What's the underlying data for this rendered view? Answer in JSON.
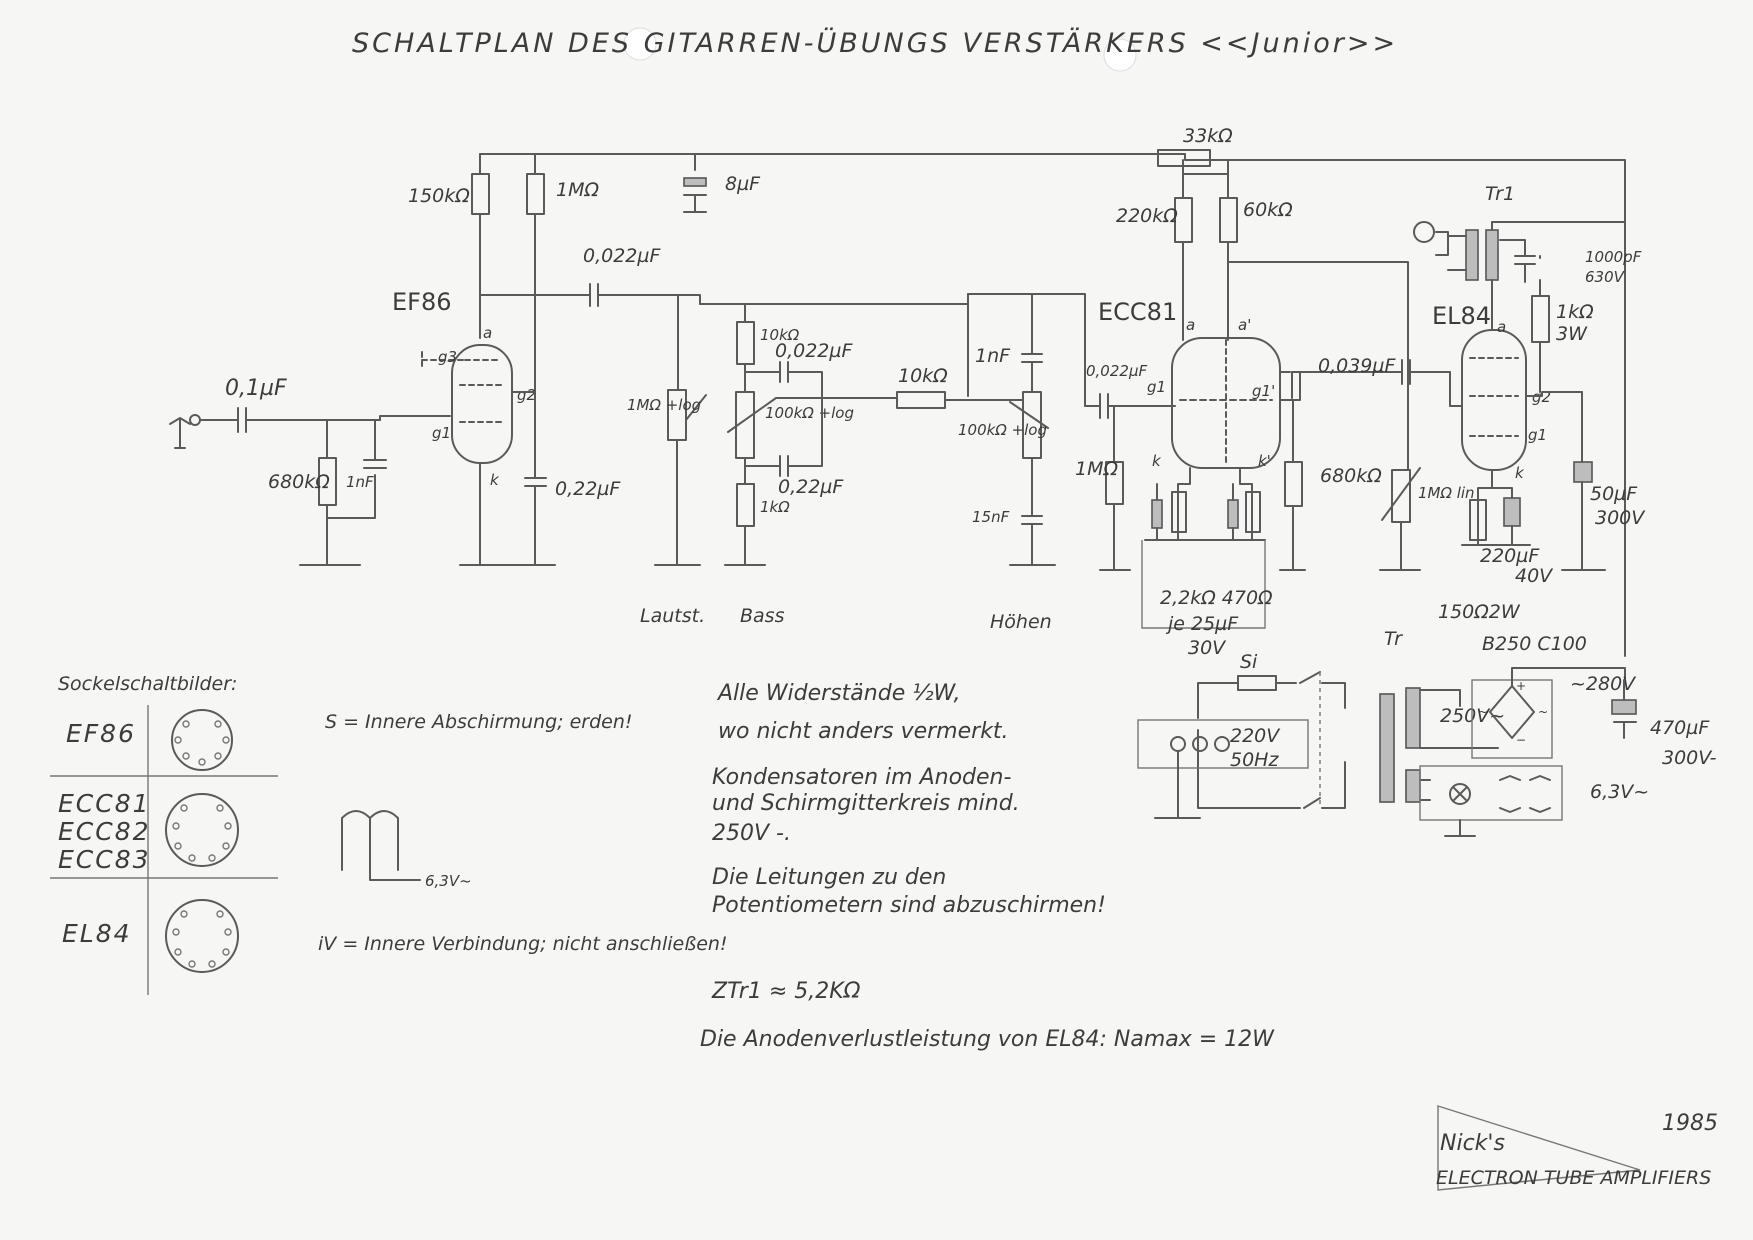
{
  "title": "SCHALTPLAN DES GITARREN-ÜBUNGS VERSTÄRKERS <<Junior>>",
  "tubes": {
    "ef86": "EF86",
    "ecc81": "ECC81",
    "el84": "EL84"
  },
  "components": {
    "r_150k": "150kΩ",
    "r_1m_top": "1MΩ",
    "c_8u": "8µF",
    "c_0022_coupling": "0,022µF",
    "c_01_input": "0,1µF",
    "r_680k_in": "680kΩ",
    "c_1n": "1nF",
    "c_022_screen": "0,22µF",
    "pot_lautst": "1MΩ +log",
    "r_10k_bass": "10kΩ",
    "c_0022_bass": "0,022µF",
    "pot_bass": "100kΩ +log",
    "c_022_bass": "0,22µF",
    "r_1k_bass": "1kΩ",
    "r_10k_mid": "10kΩ",
    "c_1nF_treble": "1nF",
    "pot_hoehen": "100kΩ +log",
    "c_15nF": "15nF",
    "r_33k": "33kΩ",
    "r_220k": "220kΩ",
    "r_60k": "60kΩ",
    "c_0022_ecc": "0,022µF",
    "r_1m_grid": "1MΩ",
    "c_0039": "0,039µF",
    "r_680k_pi": "680kΩ",
    "r_22k_470": "2,2kΩ 470Ω",
    "c_je25": "je 25µF",
    "v_30": "30V",
    "pot_1m_lin": "1MΩ lin",
    "tr1": "Tr1",
    "c_1000p": "1000pF",
    "v_630": "630V",
    "r_1k_3w": "1kΩ",
    "w_3": "3W",
    "c_50u": "50µF",
    "v_300a": "300V",
    "c_220u": "220µF",
    "v_40": "40V",
    "r_150_2w": "150Ω2W",
    "tr": "Tr",
    "si": "Si",
    "rect": "B250 C100",
    "v_280": "~280V",
    "v_250": "250V~",
    "c_470u": "470µF",
    "v_300b": "300V-",
    "mains": "220V",
    "mains_hz": "50Hz",
    "heater": "6,3V~"
  },
  "pins": {
    "a": "a",
    "a2": "a'",
    "g1": "g1",
    "g2": "g2",
    "g3": "g3",
    "g1b": "g1'",
    "k": "k",
    "k2": "k'"
  },
  "controls": {
    "lautst": "Lautst.",
    "bass": "Bass",
    "hoehen": "Höhen"
  },
  "sockets": {
    "heading": "Sockelschaltbilder:",
    "ef86": "EF86",
    "ecc81": "ECC81",
    "ecc82": "ECC82",
    "ecc83": "ECC83",
    "el84": "EL84",
    "s_note": "S = Innere Abschirmung; erden!",
    "iv_note": "iV = Innere Verbindung; nicht anschließen!",
    "heater_label": "6,3V~"
  },
  "notes": {
    "line1": "Alle Widerstände ½W,",
    "line2": "wo nicht anders vermerkt.",
    "line3": "Kondensatoren im Anoden-",
    "line4": "und Schirmgitterkreis mind.",
    "line5": "250V -.",
    "line6": "Die Leitungen zu den",
    "line7": "Potentiometern sind abzuschirmen!",
    "ztr": "ZTr1   ≈ 5,2KΩ",
    "pmax": "Die Anodenverlustleistung von EL84:  Namax = 12W"
  },
  "footer": {
    "year": "1985",
    "brand_name": "Nick's",
    "brand_sub": "ELECTRON TUBE AMPLIFIERS"
  }
}
